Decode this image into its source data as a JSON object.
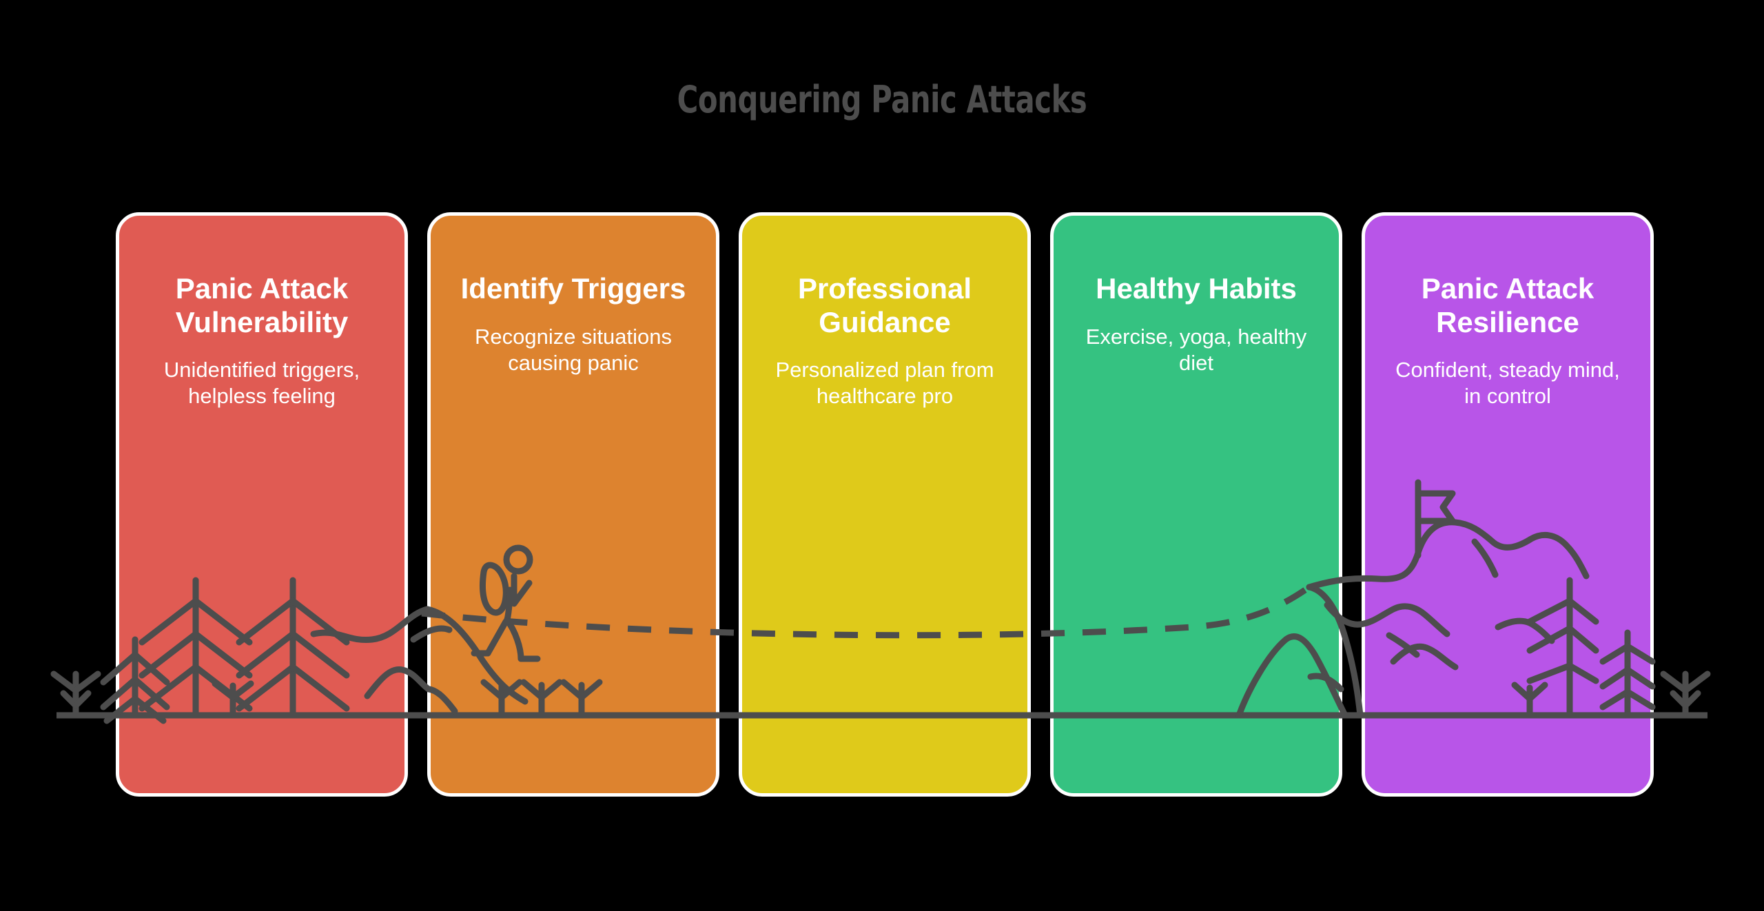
{
  "page": {
    "title": "Conquering Panic Attacks",
    "background_color": "#000000",
    "title_color": "#4d4d4d",
    "ink_color": "#4d4d4d",
    "card_border_color": "#ffffff",
    "card_text_color": "#ffffff"
  },
  "cards": [
    {
      "title": "Panic Attack Vulnerability",
      "subtitle": "Unidentified triggers, helpless feeling",
      "color": "#e05b53",
      "scene": "forest-of-tall-pine-trees"
    },
    {
      "title": "Identify Triggers",
      "subtitle": "Recognize situations causing panic",
      "color": "#dd832f",
      "scene": "hiker-with-backpack-on-dashed-trail"
    },
    {
      "title": "Professional Guidance",
      "subtitle": "Personalized plan from healthcare pro",
      "color": "#dfca1a",
      "scene": "open-dashed-trail"
    },
    {
      "title": "Healthy Habits",
      "subtitle": "Exercise, yoga, healthy diet",
      "color": "#35c281",
      "scene": "rising-mountain-slope"
    },
    {
      "title": "Panic Attack Resilience",
      "subtitle": "Confident, steady mind, in control",
      "color": "#b855e8",
      "scene": "summit-with-flag-and-pine-trees"
    }
  ],
  "illustration": {
    "ground_line_label": "ground-line",
    "trail_label": "dashed-trail",
    "flag_label": "summit-flag",
    "hiker_label": "hiker-figure",
    "tree_label": "pine-tree",
    "sapling_label": "sapling"
  }
}
